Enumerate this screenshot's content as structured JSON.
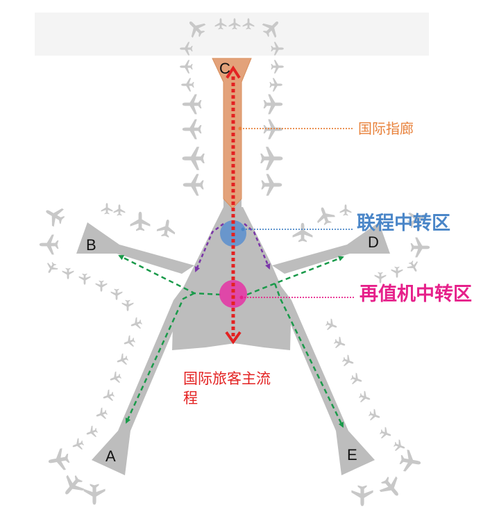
{
  "piers": {
    "a": "A",
    "b": "B",
    "c": "C",
    "d": "D",
    "e": "E"
  },
  "labels": {
    "intl_pier": "国际指廊",
    "connecting_transfer": "联程中转区",
    "recheck_transfer": "再值机中转区",
    "main_flow_line1": "国际旅客主流",
    "main_flow_line2": "程"
  },
  "colors": {
    "terminal": "#bdbdbd",
    "intl_pier_fill": "#e3a27a",
    "intl_label": "#e8813a",
    "connecting_label": "#4a86c8",
    "connecting_circle": "#5b8fcf",
    "recheck_label": "#e6208a",
    "recheck_circle": "#e23aa5",
    "main_flow": "#e32222",
    "green_route": "#1a9a4a",
    "purple_route": "#7a35a8",
    "plane": "#c8c8c8"
  },
  "icons": [
    "airplane-icon"
  ]
}
